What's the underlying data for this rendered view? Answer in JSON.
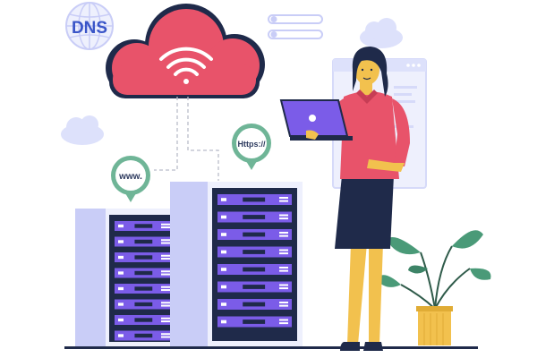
{
  "labels": {
    "dns": "DNS",
    "www": "www.",
    "https": "Https://"
  },
  "icons": {
    "globe": "globe-icon",
    "cloud": "cloud-icon",
    "wifi": "wifi-icon",
    "server": "server-rack-icon",
    "laptop": "laptop-icon",
    "plant": "plant-icon"
  },
  "colors": {
    "cloud_red": "#e8536a",
    "navy": "#1f2a4a",
    "lavender": "#c9cdf7",
    "server_purple": "#7b5ce8",
    "shirt": "#e8536a",
    "skin": "#f2c14e",
    "plant_green": "#4a9a78",
    "pot": "#f2c14e",
    "badge_green": "#6fb597"
  }
}
